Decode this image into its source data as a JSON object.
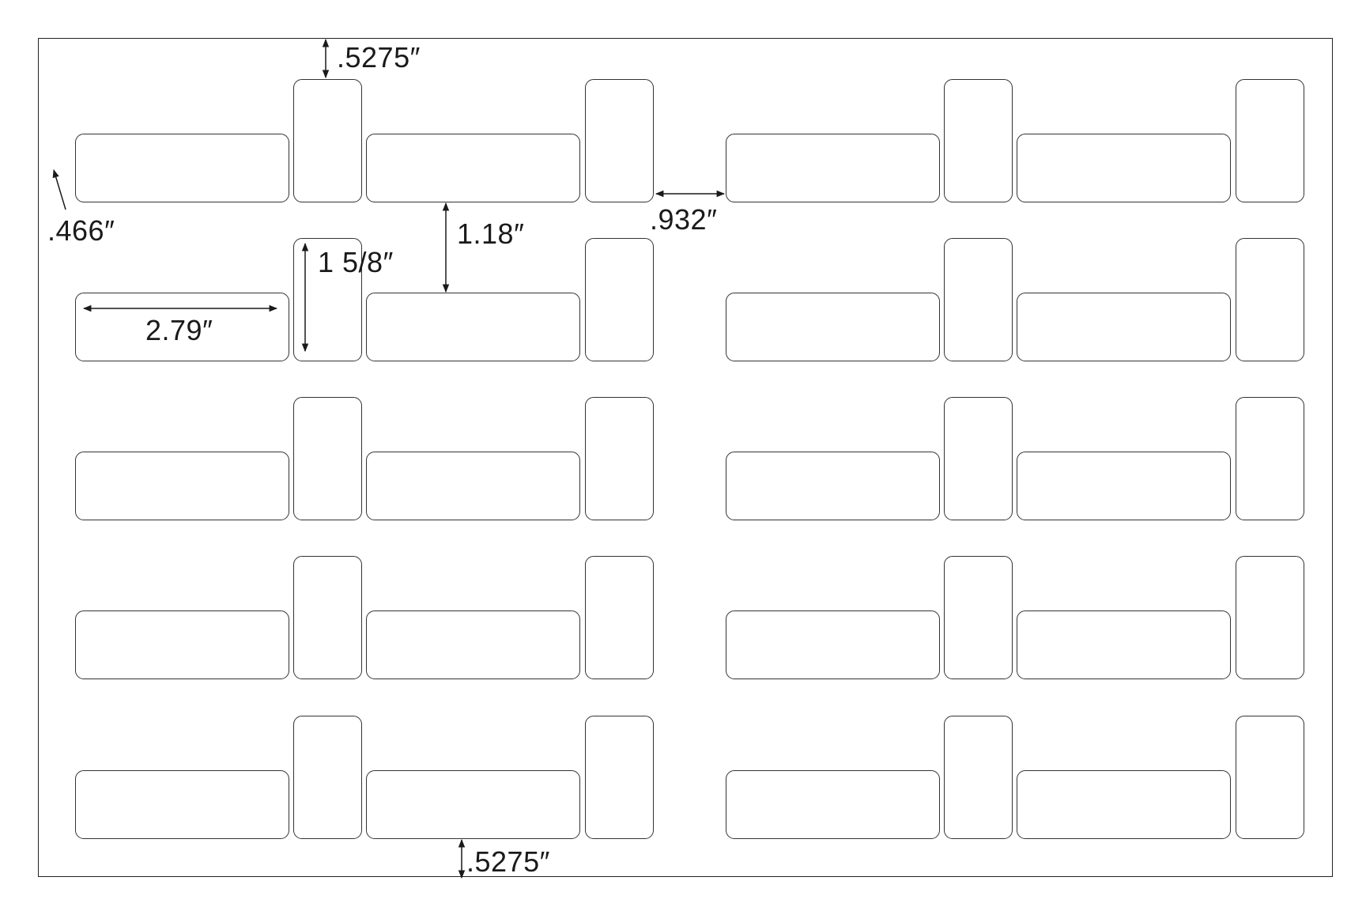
{
  "layout": {
    "groups": 2,
    "rows": 5,
    "labels_per_row_per_group": 4,
    "label_sequence": [
      "wide",
      "tall",
      "wide",
      "tall"
    ]
  },
  "dimensions": {
    "top_margin": ".5275″",
    "bottom_margin": ".5275″",
    "side_margin": ".466″",
    "vertical_pitch": "1.18″",
    "group_gap": ".932″",
    "wide_label_width": "2.79″",
    "tall_label_height": "1 5/8″"
  },
  "colors": {
    "outline": "#333333",
    "sheet_border": "#222222",
    "background": "#ffffff"
  }
}
